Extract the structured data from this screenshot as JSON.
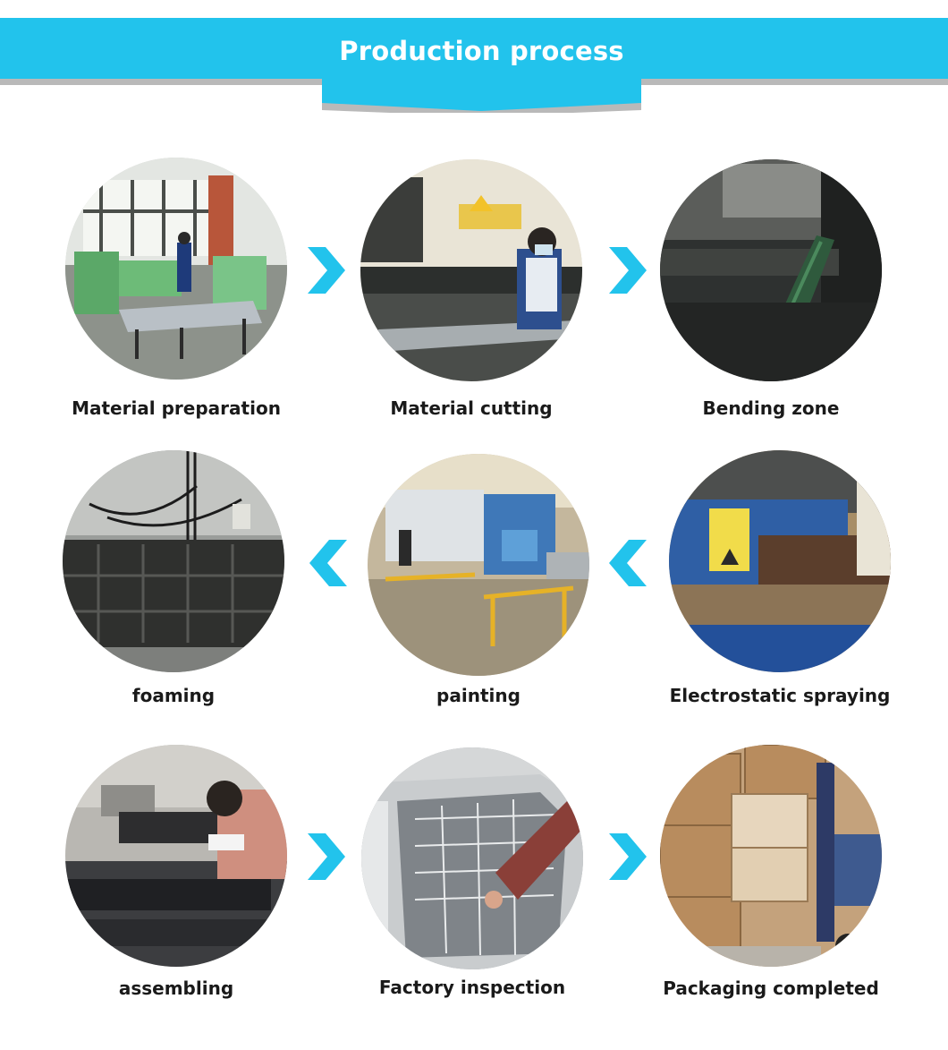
{
  "header": {
    "title": "Production process"
  },
  "colors": {
    "accent": "#22c3ec",
    "divider": "#b9b9b9",
    "label_text": "#1a1a1a"
  },
  "steps": [
    {
      "label": "Material preparation",
      "photo": "workshop-machines-photo"
    },
    {
      "label": "Material cutting",
      "photo": "press-brake-worker-photo"
    },
    {
      "label": "Bending zone",
      "photo": "bending-machine-photo"
    },
    {
      "label": "Electrostatic spraying",
      "photo": "laser-cutter-photo"
    },
    {
      "label": "painting",
      "photo": "factory-floor-photo"
    },
    {
      "label": "foaming",
      "photo": "foaming-molds-photo"
    },
    {
      "label": "assembling",
      "photo": "assembly-worker-photo"
    },
    {
      "label": "Factory inspection",
      "photo": "freezer-basket-photo"
    },
    {
      "label": "Packaging completed",
      "photo": "boxes-forklift-photo"
    }
  ],
  "arrows": [
    "chevron-right-icon",
    "chevron-right-icon",
    "chevron-left-icon",
    "chevron-left-icon",
    "chevron-right-icon",
    "chevron-right-icon"
  ]
}
